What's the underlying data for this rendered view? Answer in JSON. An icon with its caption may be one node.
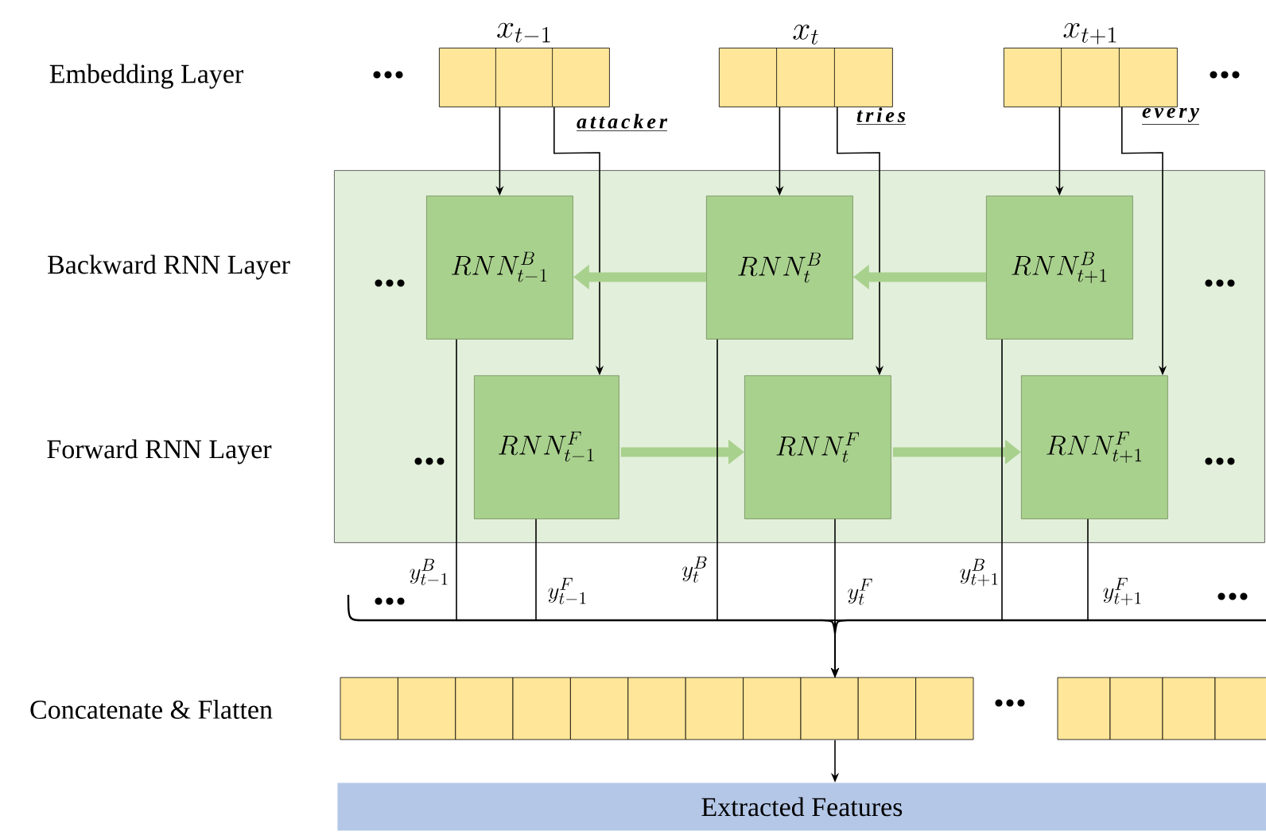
{
  "diagram": {
    "nodes": [
      {
        "text": [
          "x_{t-1}"
        ],
        "beside": [
          "attacker"
        ]
      },
      {
        "text": [
          "x_{t}"
        ],
        "beside": [
          "tries"
        ]
      },
      {
        "text": [
          "x_{t+1}"
        ],
        "beside": [
          "every"
        ]
      },
      {
        "text": [],
        "shape": "box"
      },
      {
        "text": [
          "RNN^{B}_{t-1}"
        ],
        "in": 3
      },
      {
        "text": [
          "RNN^{B}_{t}"
        ],
        "in": 3
      },
      {
        "text": [
          "RNN^{B}_{t+1}"
        ],
        "in": 3
      },
      {
        "text": [
          "RNN^{F}_{t-1}"
        ],
        "in": 3
      },
      {
        "text": [
          "RNN^{F}_{t}"
        ],
        "in": 3
      },
      {
        "text": [
          "RNN^{F}_{t+1}"
        ],
        "in": 3
      },
      {
        "text": [],
        "shape": "bar"
      },
      {
        "text": [
          "Extracted Features"
        ]
      }
    ],
    "edges": [
      {
        "from": 0,
        "to": 4,
        "arrow": "to"
      },
      {
        "from": 0,
        "to": 7,
        "arrow": "to"
      },
      {
        "from": 1,
        "to": 5,
        "arrow": "to"
      },
      {
        "from": 1,
        "to": 8,
        "arrow": "to"
      },
      {
        "from": 2,
        "to": 6,
        "arrow": "to"
      },
      {
        "from": 2,
        "to": 9,
        "arrow": "to"
      },
      {
        "from": 6,
        "to": 5,
        "arrow": "to",
        "style": "thick",
        "color": "#a9d18e"
      },
      {
        "from": 5,
        "to": 4,
        "arrow": "to",
        "style": "thick",
        "color": "#a9d18e"
      },
      {
        "from": 7,
        "to": 8,
        "arrow": "to",
        "style": "thick",
        "color": "#a9d18e"
      },
      {
        "from": 8,
        "to": 9,
        "arrow": "to",
        "style": "thick",
        "color": "#a9d18e"
      },
      {
        "from": 4,
        "to": 10,
        "arrow": "to",
        "label": "y^{B}_{t-1}"
      },
      {
        "from": 7,
        "to": 10,
        "arrow": "to",
        "label": "y^{F}_{t-1}"
      },
      {
        "from": 5,
        "to": 10,
        "arrow": "to",
        "label": "y^{B}_{t}"
      },
      {
        "from": 8,
        "to": 10,
        "arrow": "to",
        "label": "y^{F}_{t}"
      },
      {
        "from": 6,
        "to": 10,
        "arrow": "to",
        "label": "y^{B}_{t+1}"
      },
      {
        "from": 9,
        "to": 10,
        "arrow": "to",
        "label": "y^{F}_{t+1}"
      },
      {
        "from": 10,
        "to": 11,
        "arrow": "to"
      }
    ],
    "labels": [
      "Embedding Layer",
      "...",
      "...",
      "Backward RNN Layer",
      "...",
      "...",
      "Forward RNN Layer",
      "...",
      "...",
      "...",
      "...",
      "Concatenate & Flatten",
      "..."
    ]
  }
}
